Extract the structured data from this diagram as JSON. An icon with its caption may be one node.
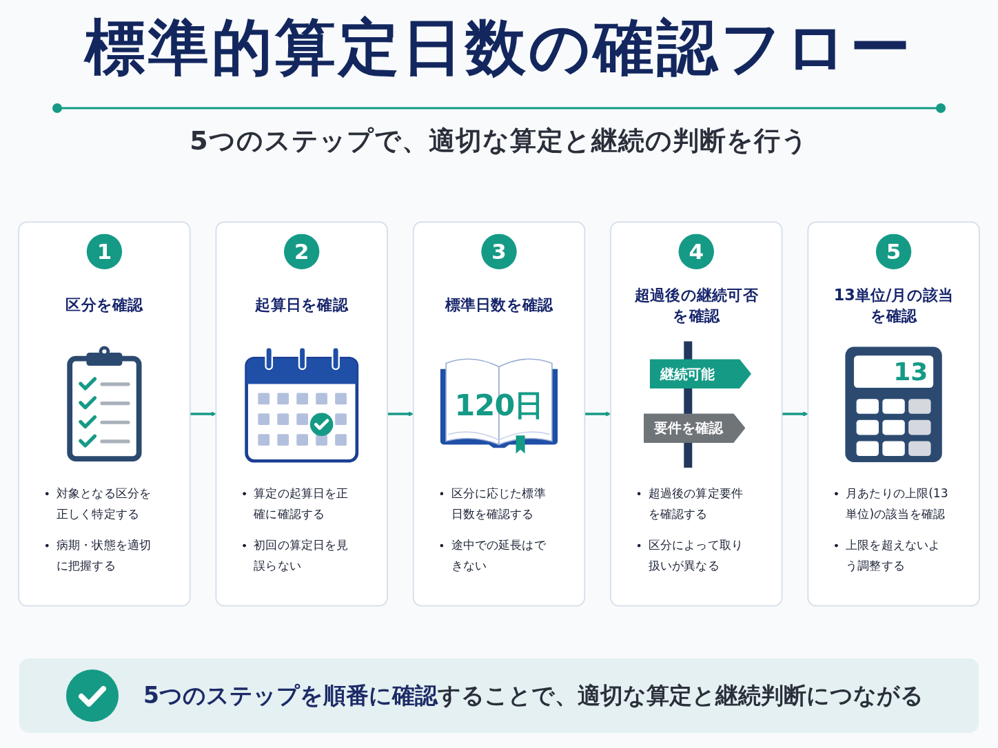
{
  "diagram": {
    "title": "標準的算定日数の確認フロー",
    "caption": "**5つのステップを順番に確認**することで、適切な算定と継続判断につながる",
    "nodes": [
      {
        "text": [
          "1",
          "区分を確認",
          "対象となる区分を正しく特定する",
          "病期・状態を適切に把握する"
        ]
      },
      {
        "text": [
          "2",
          "起算日を確認",
          "算定の起算日を正確に確認する",
          "初回の算定日を見誤らない"
        ]
      },
      {
        "text": [
          "3",
          "標準日数を確認",
          "120日",
          "区分に応じた標準日数を確認する",
          "途中での延長はできない"
        ]
      },
      {
        "text": [
          "4",
          "超過後の継続可否を確認",
          "継続可能",
          "要件を確認",
          "超過後の算定要件を確認する",
          "区分によって取り扱いが異なる"
        ]
      },
      {
        "text": [
          "5",
          "13単位/月の該当を確認",
          "13",
          "月あたりの上限(13単位)の該当を確認",
          "上限を超えないよう調整する"
        ]
      }
    ],
    "edges": [
      {
        "from": 0,
        "to": 1,
        "arrow": "to"
      },
      {
        "from": 1,
        "to": 2,
        "arrow": "to"
      },
      {
        "from": 2,
        "to": 3,
        "arrow": "to"
      },
      {
        "from": 3,
        "to": 4,
        "arrow": "to"
      }
    ],
    "labels": [
      "5つのステップで、適切な算定と継続の判断を行う"
    ]
  }
}
